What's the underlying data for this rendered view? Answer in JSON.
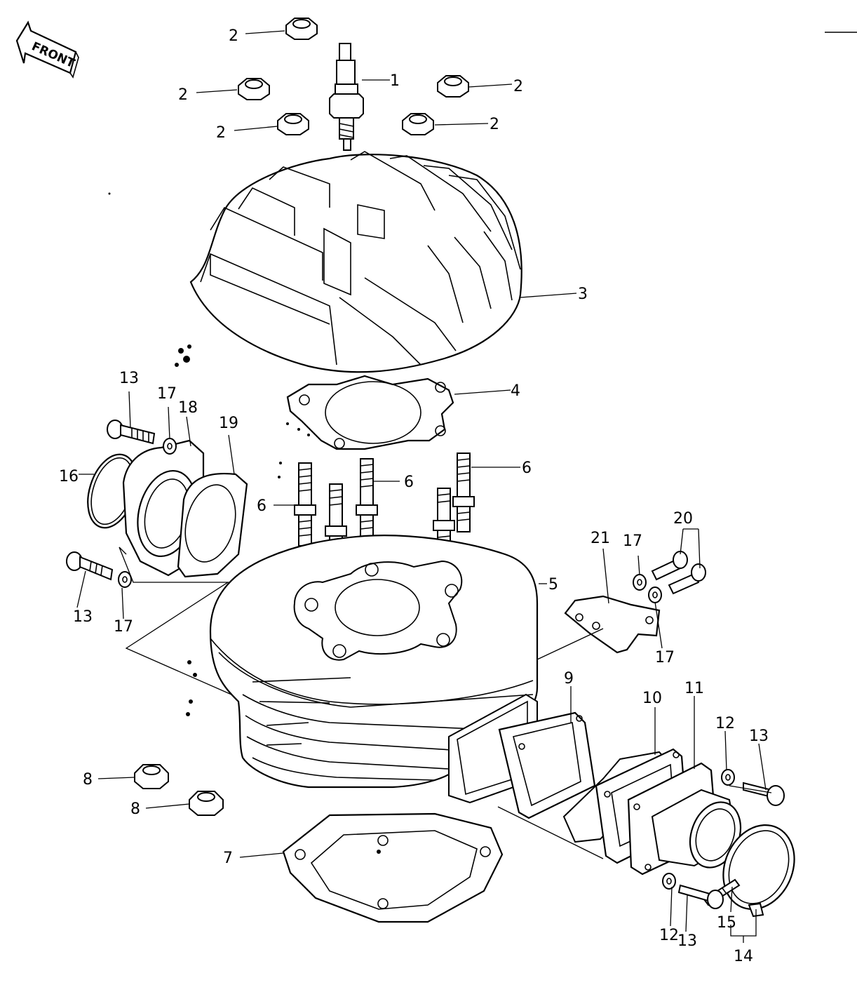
{
  "front_arrow_label": "FRONT",
  "callouts": {
    "c1": "1",
    "c2a": "2",
    "c2b": "2",
    "c2c": "2",
    "c2d": "2",
    "c2e": "2",
    "c3": "3",
    "c4": "4",
    "c5": "5",
    "c6a": "6",
    "c6b": "6",
    "c6c": "6",
    "c7": "7",
    "c8a": "8",
    "c8b": "8",
    "c9": "9",
    "c10": "10",
    "c11": "11",
    "c12a": "12",
    "c12b": "12",
    "c13a": "13",
    "c13b": "13",
    "c13c": "13",
    "c13d": "13",
    "c14": "14",
    "c15": "15",
    "c16": "16",
    "c17a": "17",
    "c17b": "17",
    "c17c": "17",
    "c17d": "17",
    "c18": "18",
    "c19": "19",
    "c20": "20",
    "c21": "21"
  }
}
